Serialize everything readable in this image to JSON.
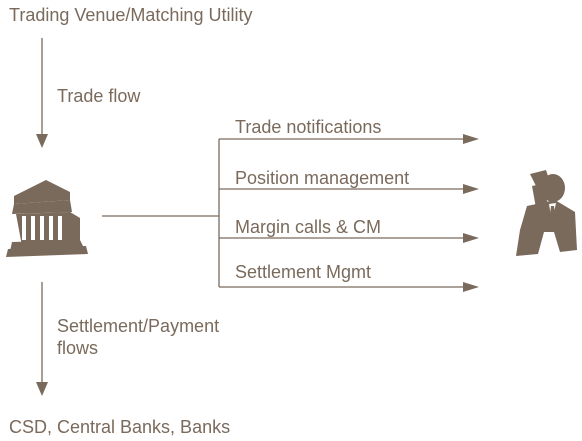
{
  "source": {
    "label": "Trading Venue/Matching Utility"
  },
  "trade_flow": {
    "label": "Trade flow"
  },
  "services": [
    {
      "label": "Trade notifications"
    },
    {
      "label": "Position management"
    },
    {
      "label": "Margin calls & CM"
    },
    {
      "label": "Settlement Mgmt"
    }
  ],
  "settlement_flow": {
    "label_line1": "Settlement/Payment",
    "label_line2": "flows"
  },
  "destination": {
    "label": "CSD, Central Banks, Banks"
  },
  "icons": {
    "institution": "bank-building-icon",
    "recipient": "business-person-phone-icon"
  },
  "colors": {
    "primary": "#7a6a5c"
  }
}
